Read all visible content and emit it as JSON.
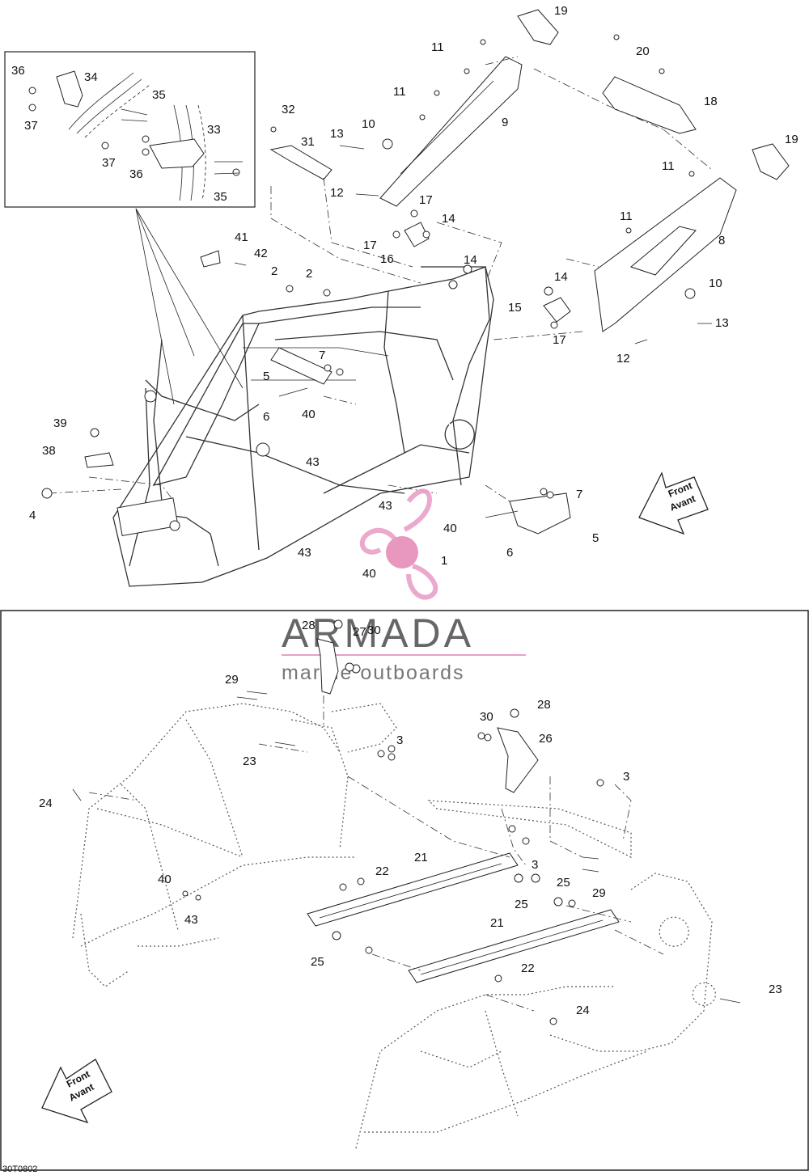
{
  "diagram_code": "30T0802",
  "watermark": {
    "brand": "ARMADA",
    "tagline": "marine outboards",
    "colors": {
      "logo_pink": "#e8a0c8",
      "logo_center": "#e68cb8",
      "text_gray": "#666666"
    }
  },
  "direction_marker": {
    "line1": "Front",
    "line2": "Avant"
  },
  "callouts_top": [
    "1",
    "2",
    "2",
    "4",
    "5",
    "5",
    "6",
    "6",
    "7",
    "7",
    "8",
    "9",
    "10",
    "10",
    "11",
    "11",
    "11",
    "11",
    "12",
    "12",
    "13",
    "13",
    "14",
    "14",
    "14",
    "15",
    "16",
    "17",
    "17",
    "17",
    "19",
    "19",
    "20",
    "18",
    "31",
    "32",
    "38",
    "39",
    "40",
    "40",
    "40",
    "41",
    "42",
    "43",
    "43",
    "43"
  ],
  "callouts_inset": [
    "33",
    "34",
    "35",
    "35",
    "36",
    "36",
    "37",
    "37"
  ],
  "callouts_bottom": [
    "3",
    "3",
    "3",
    "21",
    "21",
    "22",
    "22",
    "23",
    "23",
    "24",
    "24",
    "25",
    "25",
    "25",
    "26",
    "27",
    "28",
    "28",
    "29",
    "29",
    "30",
    "30",
    "40",
    "43"
  ]
}
